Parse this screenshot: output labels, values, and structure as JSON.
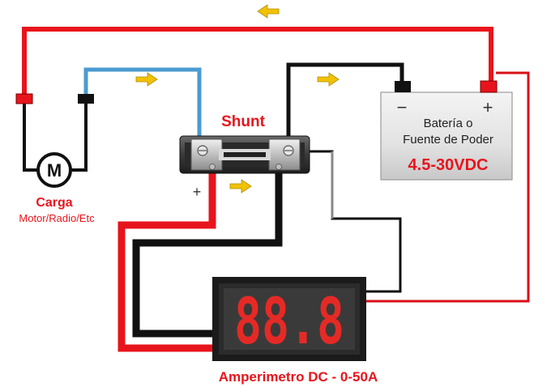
{
  "labels": {
    "shunt": "Shunt",
    "battery_line1": "Batería o",
    "battery_line2": "Fuente de Poder",
    "battery_voltage": "4.5-30VDC",
    "battery_minus": "−",
    "battery_plus": "+",
    "load_title": "Carga",
    "load_subtitle": "Motor/Radio/Etc",
    "motor_symbol": "M",
    "shunt_plus": "+",
    "meter_caption": "Amperimetro DC - 0-50A",
    "display_digits": "88.8"
  },
  "colors": {
    "red_wire": "#e8141c",
    "dark_red_wire": "#d81018",
    "black_wire": "#111111",
    "blue_wire": "#4a9bd0",
    "arrow_fill": "#f2c200",
    "arrow_stroke": "#b08a00",
    "digit_red": "#e52a26",
    "label_red": "#e8141c"
  },
  "icons": {
    "flow_arrow": "arrow-right-icon",
    "flow_arrow_left": "arrow-left-icon",
    "motor": "motor-icon",
    "battery": "battery-icon"
  }
}
